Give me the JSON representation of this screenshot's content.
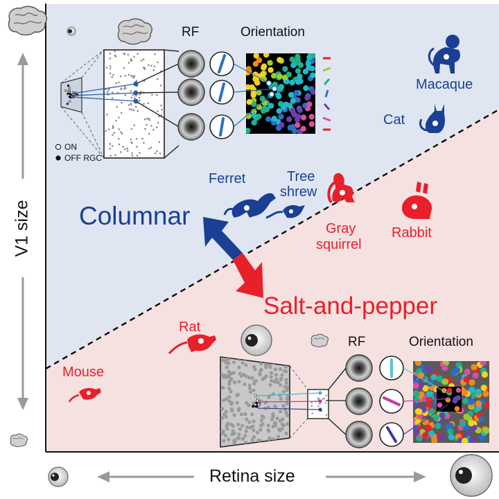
{
  "axes": {
    "y_label": "V1 size",
    "x_label": "Retina size"
  },
  "regions": {
    "upper": "Columnar",
    "lower": "Salt-and-pepper"
  },
  "species": {
    "macaque": "Macaque",
    "cat": "Cat",
    "ferret": "Ferret",
    "tree_shrew_line1": "Tree",
    "tree_shrew_line2": "shrew",
    "gray_squirrel_line1": "Gray",
    "gray_squirrel_line2": "squirrel",
    "rabbit": "Rabbit",
    "rat": "Rat",
    "mouse": "Mouse"
  },
  "panel_top": {
    "rf_title": "RF",
    "orientation_title": "Orientation",
    "legend_on": "ON",
    "legend_off": "OFF RGC"
  },
  "panel_bottom": {
    "rf_title": "RF",
    "orientation_title": "Orientation"
  },
  "colors": {
    "columnar_bg": "#dfe6f1",
    "salt_bg": "#f6e1e1",
    "blue": "#1b3f94",
    "red": "#e8202a"
  }
}
